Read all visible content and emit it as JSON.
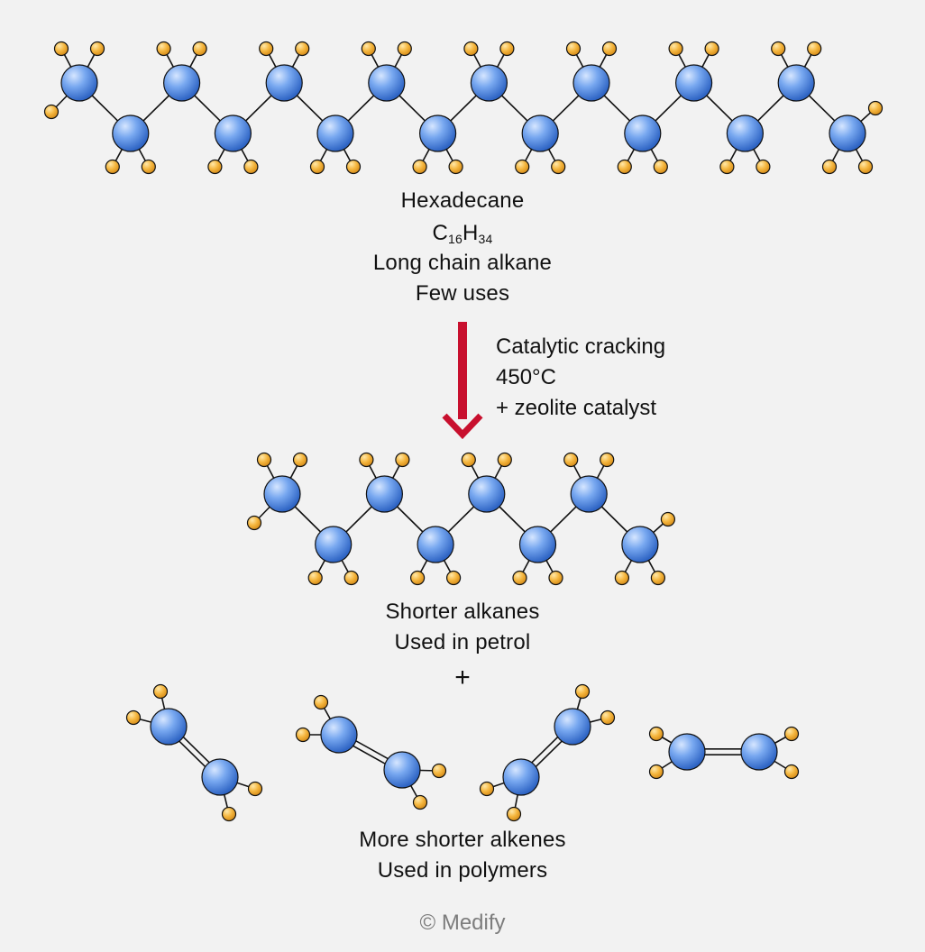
{
  "top_molecule": {
    "name": "Hexadecane",
    "formula_c": "C",
    "formula_c_sub": "16",
    "formula_h": "H",
    "formula_h_sub": "34",
    "desc1": "Long chain alkane",
    "desc2": "Few uses"
  },
  "conditions": {
    "line1": "Catalytic cracking",
    "line2": "450°C",
    "line3": "+ zeolite catalyst"
  },
  "middle_molecule": {
    "line1": "Shorter alkanes",
    "line2": "Used in petrol"
  },
  "plus": "+",
  "bottom": {
    "line1": "More shorter alkenes",
    "line2": "Used in polymers"
  },
  "copyright": "© Medify",
  "colors": {
    "carbon": "#4f86dd",
    "hydrogen": "#f2b43a",
    "arrow": "#c8102e",
    "background": "#f2f2f2"
  }
}
